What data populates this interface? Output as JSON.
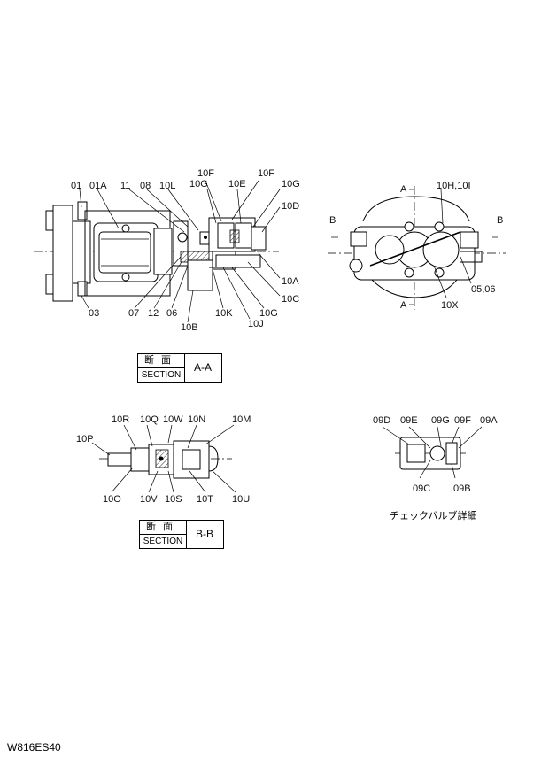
{
  "labels_aa": [
    "01",
    "01A",
    "11",
    "08",
    "10L",
    "10F",
    "10G",
    "10E",
    "10F",
    "10G",
    "10D",
    "03",
    "07",
    "12",
    "06",
    "10B",
    "10K",
    "10J",
    "10G",
    "10C",
    "10A"
  ],
  "labels_view": [
    "A",
    "10H,10I",
    "B",
    "B",
    "A",
    "10X",
    "05,06"
  ],
  "labels_bb": [
    "10R",
    "10Q",
    "10W",
    "10N",
    "10M",
    "10P",
    "10O",
    "10V",
    "10S",
    "10T",
    "10U"
  ],
  "labels_cv": [
    "09D",
    "09E",
    "09G",
    "09F",
    "09A",
    "09C",
    "09B"
  ],
  "section_aa": {
    "kanji": "断面",
    "word": "SECTION",
    "id": "A-A"
  },
  "section_bb": {
    "kanji": "断面",
    "word": "SECTION",
    "id": "B-B"
  },
  "check_valve_caption": "チェックバルブ詳細",
  "drawing_code": "W816ES40"
}
